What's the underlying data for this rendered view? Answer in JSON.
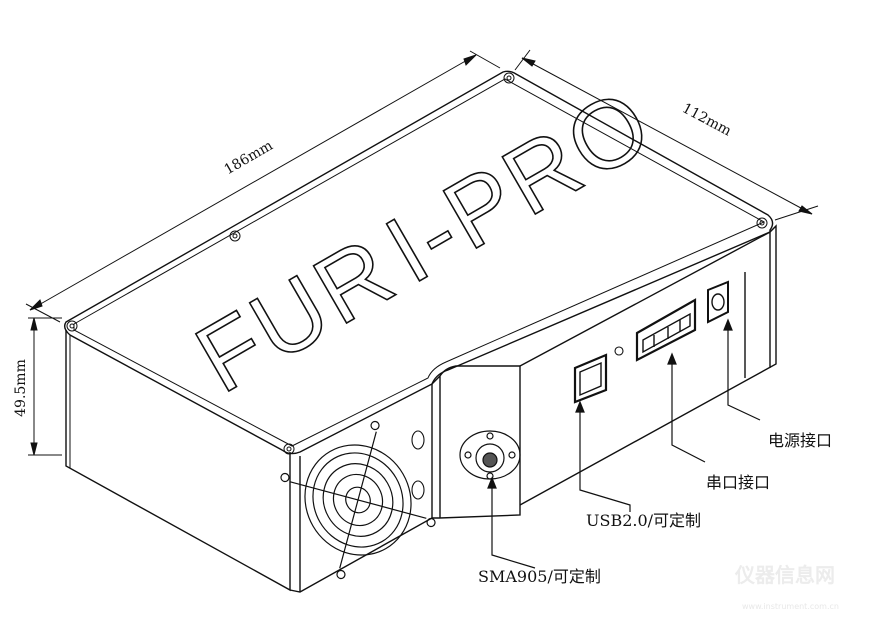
{
  "title_on_device": "FURI-PRO",
  "dimensions": {
    "length": "186mm",
    "width": "112mm",
    "height": "49.5mm"
  },
  "callouts": {
    "power": "电源接口",
    "serial": "串口接口",
    "usb": "USB2.0/可定制",
    "sma": "SMA905/可定制"
  },
  "watermark": {
    "name": "仪器信息网",
    "url": "www.instrument.com.cn"
  }
}
